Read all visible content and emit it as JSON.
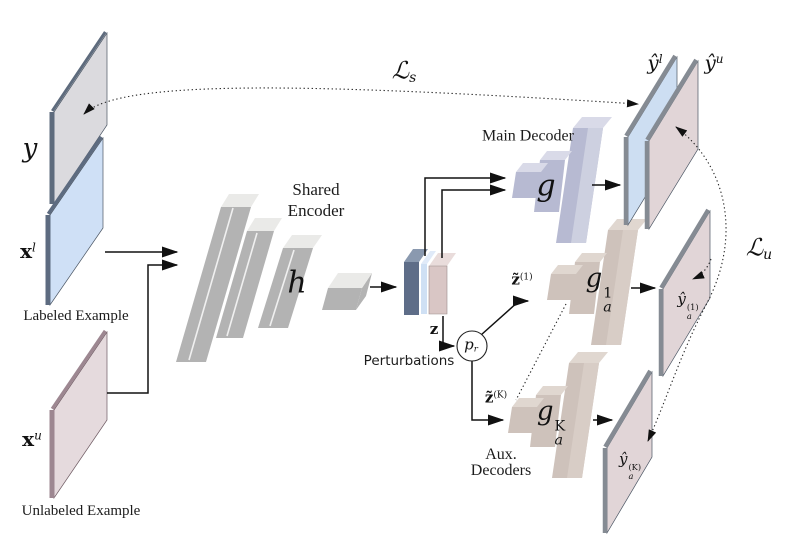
{
  "figure": {
    "inputs": {
      "y": {
        "base": "y"
      },
      "xl": {
        "base": "x",
        "sup": "l"
      },
      "xl_caption": "Labeled Example",
      "xu": {
        "base": "x",
        "sup": "u"
      },
      "xu_caption": "Unlabeled Example"
    },
    "encoder": {
      "title1": "Shared",
      "title2": "Encoder",
      "symbol": "h"
    },
    "bottleneck": {
      "z": "z",
      "caption": "Perturbations",
      "p": {
        "base": "p",
        "sub": "r"
      },
      "z1": {
        "base": "z̃",
        "sup": "(1)"
      },
      "zK": {
        "base": "z̃",
        "sup": "(K)"
      }
    },
    "main_decoder": {
      "title": "Main Decoder",
      "symbol": "g"
    },
    "aux_decoders": {
      "title1": "Aux.",
      "title2": "Decoders",
      "g1": {
        "base": "g",
        "sub": "a",
        "sup": "1"
      },
      "gK": {
        "base": "g",
        "sub": "a",
        "sup": "K"
      }
    },
    "outputs": {
      "yl": {
        "base": "ŷ",
        "sup": "l"
      },
      "yu": {
        "base": "ŷ",
        "sup": "u"
      },
      "ya1": {
        "base": "ŷ",
        "sub": "a",
        "sup": "(1)"
      },
      "yaK": {
        "base": "ŷ",
        "sub": "a",
        "sup": "(K)"
      }
    },
    "losses": {
      "ls": {
        "base": "ℒ",
        "sub": "s"
      },
      "lu": {
        "base": "ℒ",
        "sub": "u"
      }
    },
    "colors": {
      "plane_y_face": "#dbdade",
      "plane_y_edge": "#5e6b7d",
      "plane_xl_face": "#cfe0f6",
      "plane_xl_edge": "#5d6b80",
      "plane_xu_face": "#e5dadd",
      "plane_xu_edge": "#9d8791",
      "plane_out_blue": "#cddef2",
      "plane_out_pink": "#e1d5d7",
      "plane_out_edge": "#858b93",
      "encoder_face": "#b3b3b3",
      "encoder_top": "#eaeae8",
      "dec_main_face": "#b7bad2",
      "dec_main_top": "#d9dae8",
      "dec_main_light": "#cdd0e0",
      "dec_aux_face": "#cec2bb",
      "dec_aux_top": "#e0d7d0",
      "dec_aux_light": "#d8cdc6",
      "stack_dark": "#5e6d88",
      "stack_dark_top": "#8a99af",
      "stack_blue": "#cfe0f4",
      "stack_blue_top": "#e0eaf8",
      "stack_pink": "#d9c6c5",
      "stack_pink_top": "#e9dcdb"
    }
  }
}
